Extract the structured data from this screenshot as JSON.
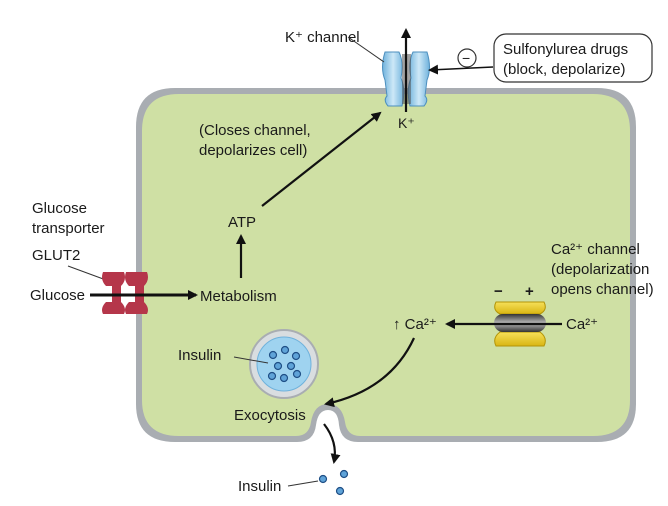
{
  "labels": {
    "k_channel": "K⁺ channel",
    "sulfonylurea_line1": "Sulfonylurea drugs",
    "sulfonylurea_line2": "(block, depolarize)",
    "inhibit_sign": "−",
    "k_ion": "K⁺",
    "closes_line1": "(Closes channel,",
    "closes_line2": "depolarizes cell)",
    "atp": "ATP",
    "glucose_transporter_line1": "Glucose",
    "glucose_transporter_line2": "transporter",
    "glut2": "GLUT2",
    "glucose": "Glucose",
    "metabolism": "Metabolism",
    "ca_channel_line1": "Ca²⁺ channel",
    "ca_channel_line2": "(depolarization",
    "ca_channel_line3": "opens channel)",
    "minus": "−",
    "plus": "+",
    "ca_inside": "↑ Ca²⁺",
    "ca_outside": "Ca²⁺",
    "insulin_vesicle": "Insulin",
    "exocytosis": "Exocytosis",
    "insulin_released": "Insulin"
  },
  "colors": {
    "cytoplasm": "#cfe0a4",
    "membrane": "#a7abb0",
    "k_channel": "#8ec6e6",
    "glut2": "#b5364a",
    "ca_channel": "#f2d432",
    "vesicle": "#9fd3f0",
    "granule": "#2f6fb0"
  }
}
